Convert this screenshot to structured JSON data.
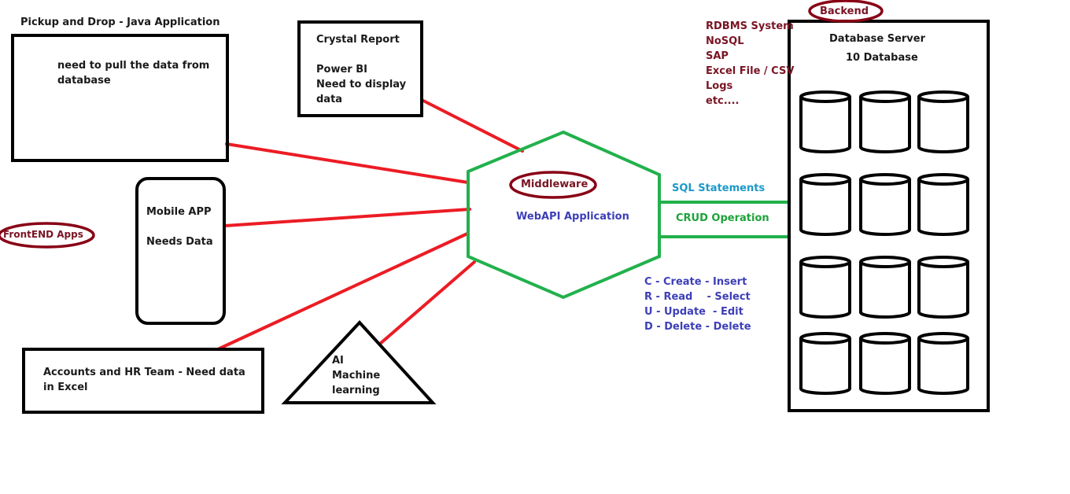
{
  "colors": {
    "connector_red": "#ec1c24",
    "middleware_green": "#22b14c",
    "label_maroon": "#880015",
    "label_blue": "#3f48cc",
    "label_cyan": "#00a2e8"
  },
  "frontend": {
    "tag": "FrontEND Apps",
    "java_app": {
      "title": "Pickup and Drop - Java Application",
      "line1": "need to pull the data from",
      "line2": "database"
    },
    "reporting": {
      "line1": "Crystal Report",
      "line2": "Power BI",
      "line3": "Need to display",
      "line4": "data"
    },
    "mobile": {
      "line1": "Mobile APP",
      "line2": "Needs Data"
    },
    "accounts": {
      "line1": "Accounts and HR Team - Need data",
      "line2": "in Excel"
    },
    "ai": {
      "line1": "AI",
      "line2": "Machine",
      "line3": "learning"
    }
  },
  "middleware": {
    "tag": "Middleware",
    "name": "WebAPI Application"
  },
  "links": {
    "sql": "SQL Statements",
    "crud": "CRUD Operation"
  },
  "crud_map": [
    "C - Create - Insert",
    "R - Read    - Select",
    "U - Update  - Edit",
    "D - Delete - Delete"
  ],
  "backend": {
    "tag": "Backend",
    "source_types": [
      "RDBMS System",
      "NoSQL",
      "SAP",
      "Excel File / CSV",
      "Logs",
      "etc...."
    ],
    "server_title": "Database Server",
    "db_count_label": "10 Database"
  }
}
